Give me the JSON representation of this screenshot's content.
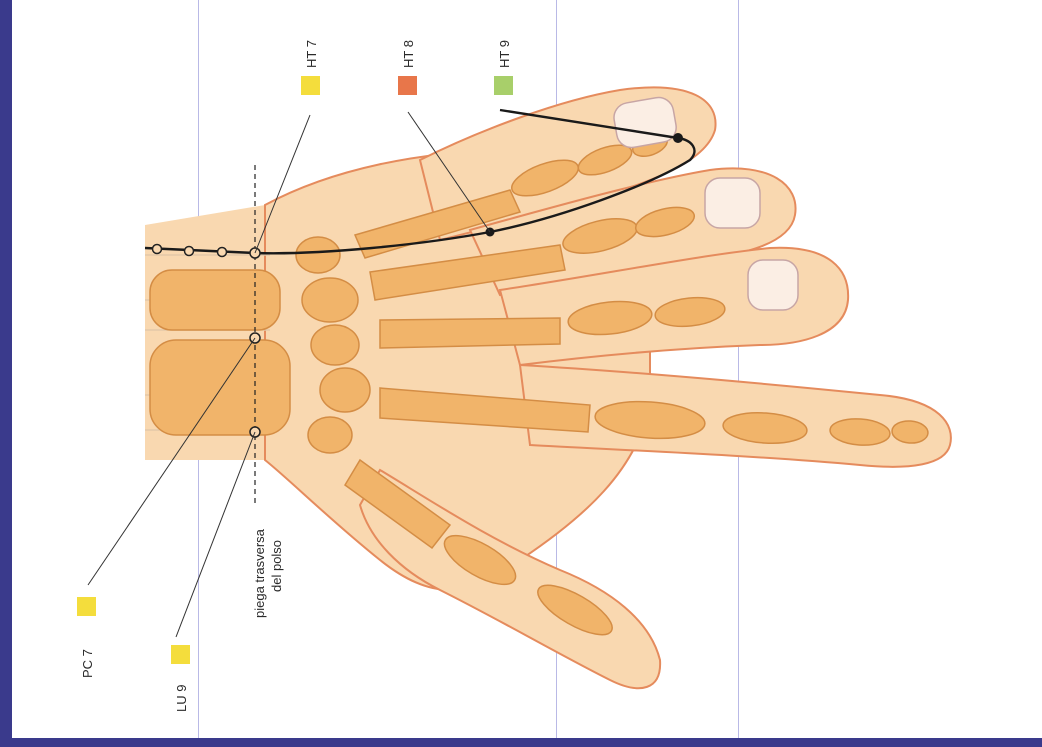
{
  "points": {
    "ht7": {
      "label": "HT 7",
      "color": "#f4dd3c"
    },
    "ht8": {
      "label": "HT 8",
      "color": "#e8764a"
    },
    "ht9": {
      "label": "HT 9",
      "color": "#a8cf6a"
    },
    "pc7": {
      "label": "PC 7",
      "color": "#f4dd3c"
    },
    "lu9": {
      "label": "LU 9",
      "color": "#f4dd3c"
    }
  },
  "crease": {
    "line1": "piega trasversa",
    "line2": "del polso"
  },
  "colors": {
    "frame": "#3a3a8c",
    "guide": "#b9b9e6",
    "skin": "#f9d8b0",
    "skin_outline": "#e58b5d",
    "bone": "#f1b46a",
    "bone_outline": "#d48d45",
    "meridian": "#1a1a1a"
  }
}
